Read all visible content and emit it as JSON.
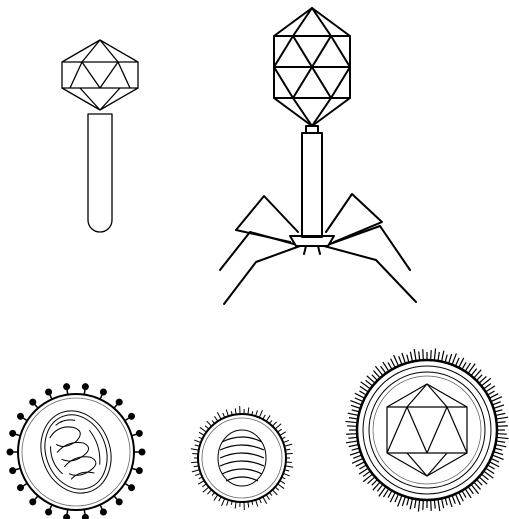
{
  "figure": {
    "background": "#ffffff",
    "line_color": "#000000",
    "items": [
      {
        "id": "siphovirus",
        "icon": "phage-long-tail-icon"
      },
      {
        "id": "t4-phage",
        "icon": "phage-contractile-tail-icon"
      },
      {
        "id": "enveloped-virus-spiked",
        "icon": "enveloped-virus-icon"
      },
      {
        "id": "enveloped-virus-small",
        "icon": "small-enveloped-virus-icon"
      },
      {
        "id": "herpes-like-virus",
        "icon": "icosahedral-enveloped-virus-icon"
      }
    ]
  }
}
